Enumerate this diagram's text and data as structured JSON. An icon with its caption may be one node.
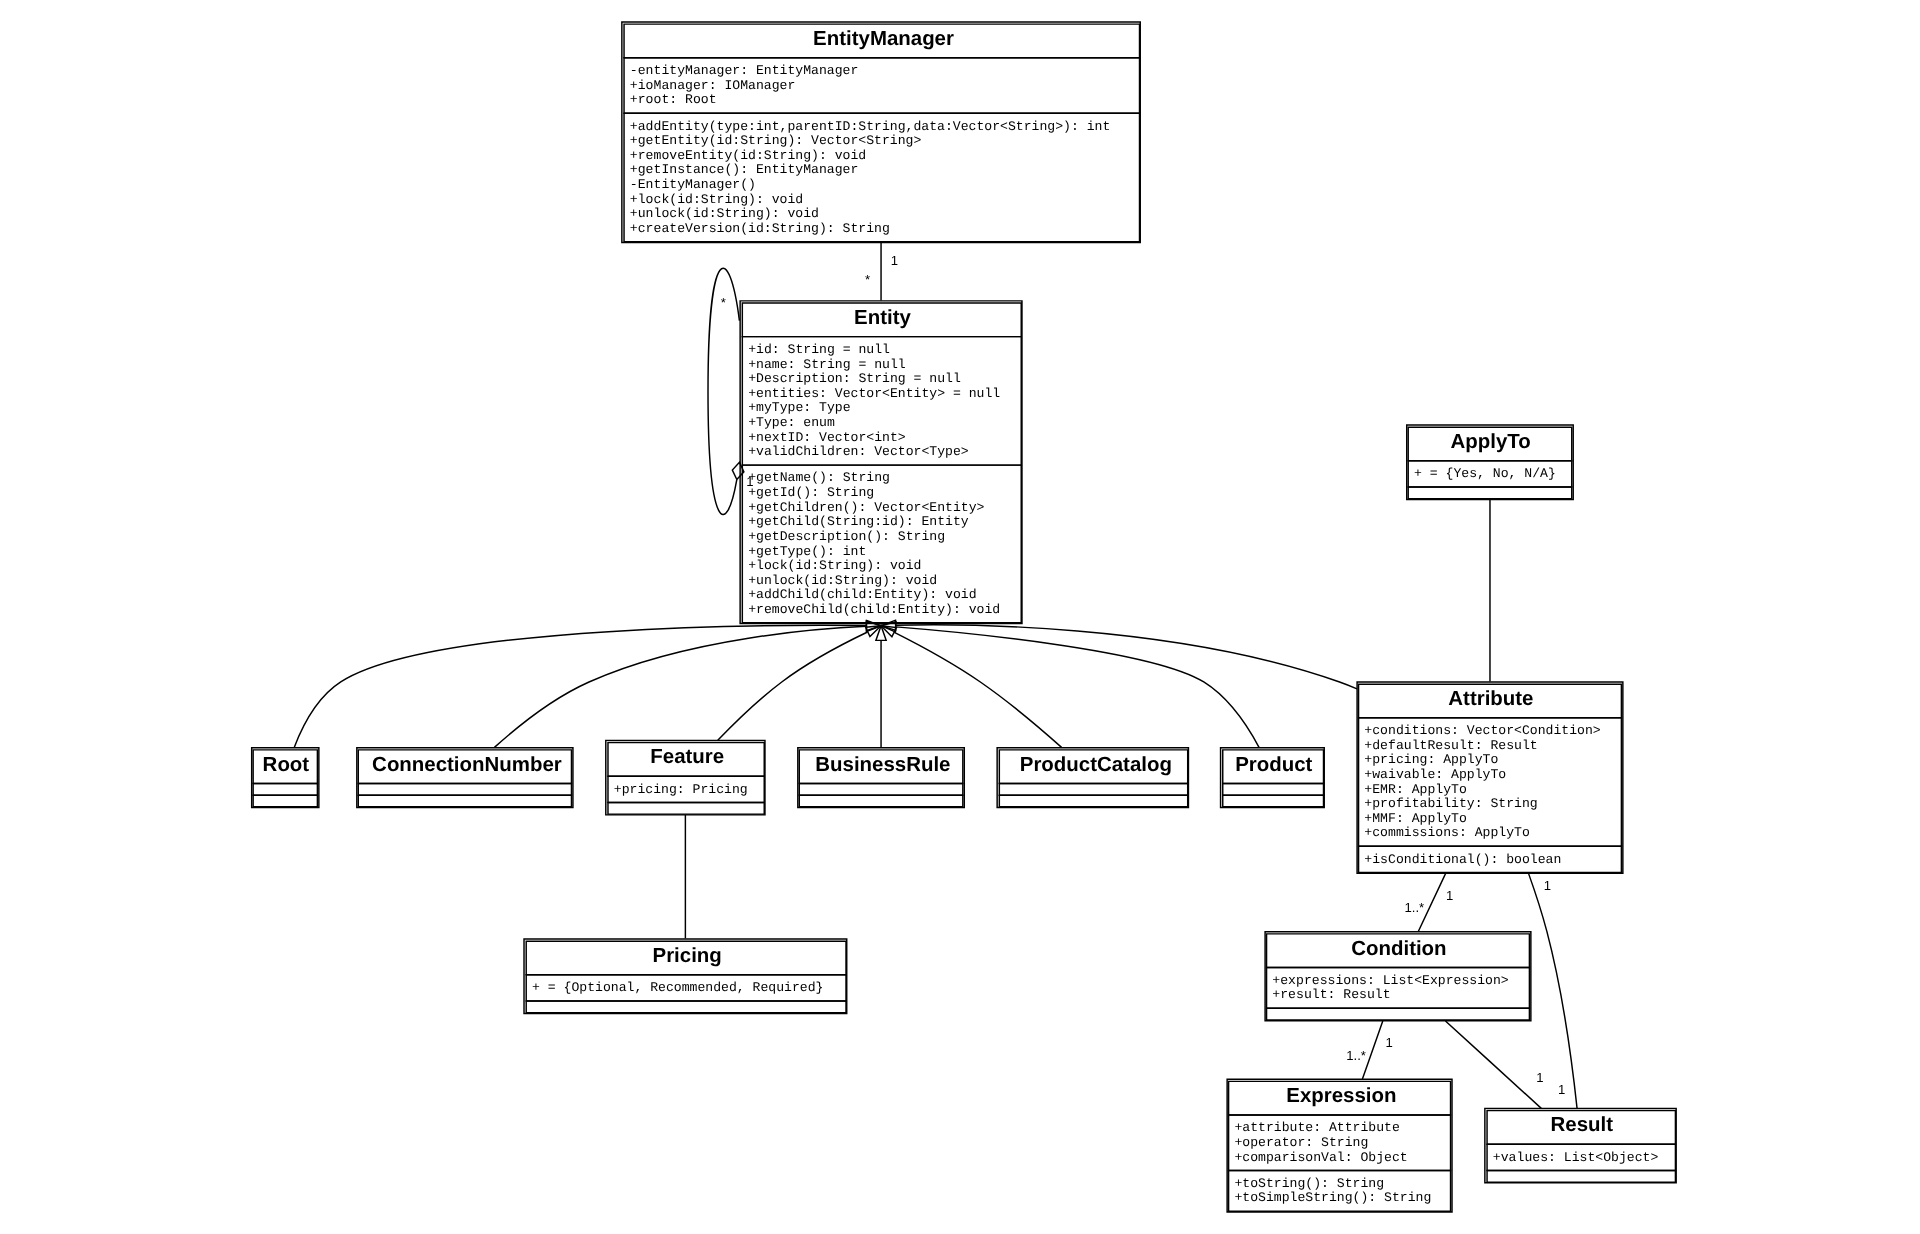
{
  "diagram": {
    "nodes": [
      {
        "text": [
          "EntityManager",
          "-entityManager: EntityManager",
          "+ioManager: IOManager",
          "+root: Root",
          "+addEntity(type:int,parentID:String,data:Vector<String>): int",
          "+getEntity(id:String): Vector<String>",
          "+removeEntity(id:String): void",
          "+getInstance(): EntityManager",
          "-EntityManager()",
          "+lock(id:String): void",
          "+unlock(id:String): void",
          "+createVersion(id:String): String"
        ]
      },
      {
        "text": [
          "Entity",
          "+id: String = null",
          "+name: String = null",
          "+Description: String = null",
          "+entities: Vector<Entity> = null",
          "+myType: Type",
          "+Type: enum",
          "+nextID: Vector<int>",
          "+validChildren: Vector<Type>",
          "+getName(): String",
          "+getId(): String",
          "+getChildren(): Vector<Entity>",
          "+getChild(String:id): Entity",
          "+getDescription(): String",
          "+getType(): int",
          "+lock(id:String): void",
          "+unlock(id:String): void",
          "+addChild(child:Entity): void",
          "+removeChild(child:Entity): void"
        ]
      },
      {
        "text": [
          "Root"
        ]
      },
      {
        "text": [
          "ConnectionNumber"
        ]
      },
      {
        "text": [
          "Feature",
          "+pricing: Pricing"
        ]
      },
      {
        "text": [
          "BusinessRule"
        ]
      },
      {
        "text": [
          "ProductCatalog"
        ]
      },
      {
        "text": [
          "Product"
        ]
      },
      {
        "text": [
          "Attribute",
          "+conditions: Vector<Condition>",
          "+defaultResult: Result",
          "+pricing: ApplyTo",
          "+waivable: ApplyTo",
          "+EMR: ApplyTo",
          "+profitability: String",
          "+MMF: ApplyTo",
          "+commissions: ApplyTo",
          "+isConditional(): boolean"
        ]
      },
      {
        "text": [
          "ApplyTo",
          "+ = {Yes, No, N/A}"
        ]
      },
      {
        "text": [
          "Pricing",
          "+ = {Optional, Recommended, Required}"
        ]
      },
      {
        "text": [
          "Condition",
          "+expressions: List<Expression>",
          "+result: Result"
        ]
      },
      {
        "text": [
          "Expression",
          "+attribute: Attribute",
          "+operator: String",
          "+comparisonVal: Object",
          "+toString(): String",
          "+toSimpleString(): String"
        ]
      },
      {
        "text": [
          "Result",
          "+values: List<Object>"
        ]
      }
    ],
    "edges": [
      {
        "from": 0,
        "to": 1,
        "arrow": "none"
      },
      {
        "from": 1,
        "to": 1,
        "arrow": "other"
      },
      {
        "from": 2,
        "to": 1,
        "arrow": "to"
      },
      {
        "from": 3,
        "to": 1,
        "arrow": "to"
      },
      {
        "from": 4,
        "to": 1,
        "arrow": "to"
      },
      {
        "from": 5,
        "to": 1,
        "arrow": "to"
      },
      {
        "from": 6,
        "to": 1,
        "arrow": "to"
      },
      {
        "from": 7,
        "to": 1,
        "arrow": "to"
      },
      {
        "from": 8,
        "to": 1,
        "arrow": "to"
      },
      {
        "from": 4,
        "to": 10,
        "arrow": "none"
      },
      {
        "from": 9,
        "to": 8,
        "arrow": "none"
      },
      {
        "from": 8,
        "to": 11,
        "arrow": "none"
      },
      {
        "from": 11,
        "to": 12,
        "arrow": "none"
      },
      {
        "from": 11,
        "to": 13,
        "arrow": "none"
      },
      {
        "from": 8,
        "to": 13,
        "arrow": "none"
      }
    ],
    "labels": [
      "1",
      "*",
      "*",
      "1",
      "1",
      "1",
      "1..*",
      "1",
      "1..*",
      "1",
      "1"
    ]
  }
}
